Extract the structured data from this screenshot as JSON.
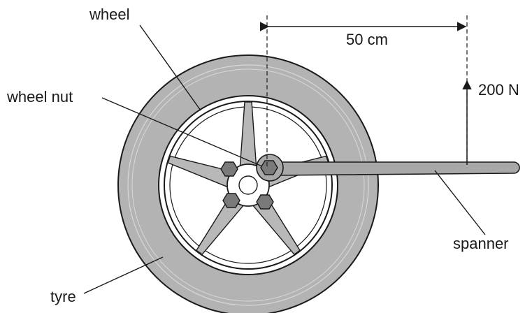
{
  "labels": {
    "wheel": "wheel",
    "wheel_nut": "wheel nut",
    "tyre": "tyre",
    "spanner": "spanner"
  },
  "dimension": {
    "distance": "50 cm",
    "force": "200 N"
  },
  "colors": {
    "tyre": "#b3b3b3",
    "tyre_inner": "#a6a6a6",
    "wheel": "#ffffff",
    "spoke": "#b8b8b8",
    "nut": "#7a7a7a",
    "spanner": "#a8a8a8",
    "outline": "#1a1a1a"
  }
}
